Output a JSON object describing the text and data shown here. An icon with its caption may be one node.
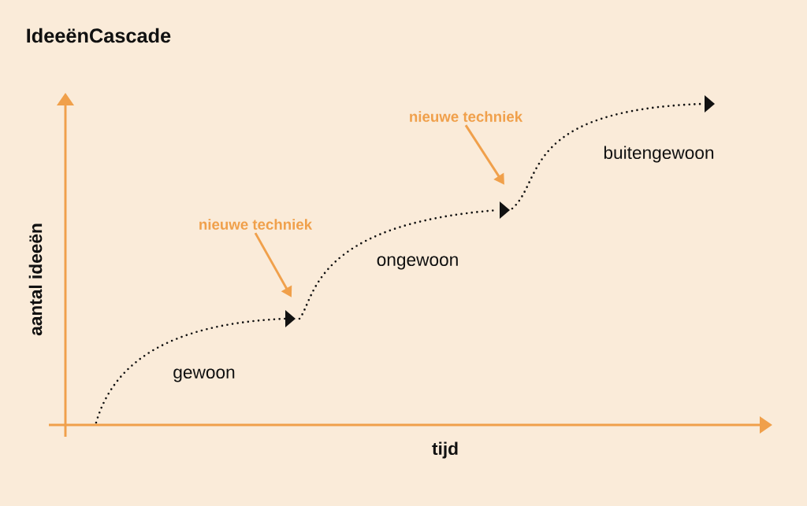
{
  "diagram": {
    "title": "IdeeënCascade",
    "nodes": [
      {
        "text": [
          "nieuwe techniek"
        ]
      },
      {
        "text": [
          "nieuwe techniek"
        ]
      }
    ],
    "edges": [
      {
        "from": 1,
        "to": null,
        "arrow": "to"
      },
      {
        "from": 0,
        "to": null,
        "arrow": "to"
      }
    ],
    "labels": [
      "buitengewoon",
      "ongewoon",
      "aantal ideeën",
      "gewoon",
      "tijd"
    ]
  }
}
